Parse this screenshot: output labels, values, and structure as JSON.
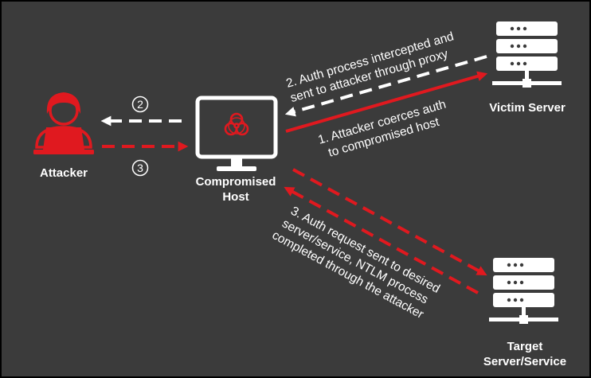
{
  "nodes": {
    "attacker": {
      "label": "Attacker"
    },
    "compromised_host": {
      "label_line1": "Compromised",
      "label_line2": "Host"
    },
    "victim_server": {
      "label": "Victim Server"
    },
    "target_server": {
      "label_line1": "Target",
      "label_line2": "Server/Service"
    }
  },
  "steps": {
    "step1": {
      "line1": "1. Attacker coerces auth",
      "line2": "to compromised host"
    },
    "step2": {
      "line1": "2. Auth process intercepted and",
      "line2": "sent to attacker through proxy"
    },
    "step3": {
      "line1": "3. Auth request sent to desired",
      "line2": "server/service, NTLM process",
      "line3": "completed through the attacker"
    }
  },
  "markers": {
    "step2": "2",
    "step3": "3"
  },
  "colors": {
    "background": "#3b3b3b",
    "accent": "#e0191f",
    "foreground": "#ffffff"
  }
}
